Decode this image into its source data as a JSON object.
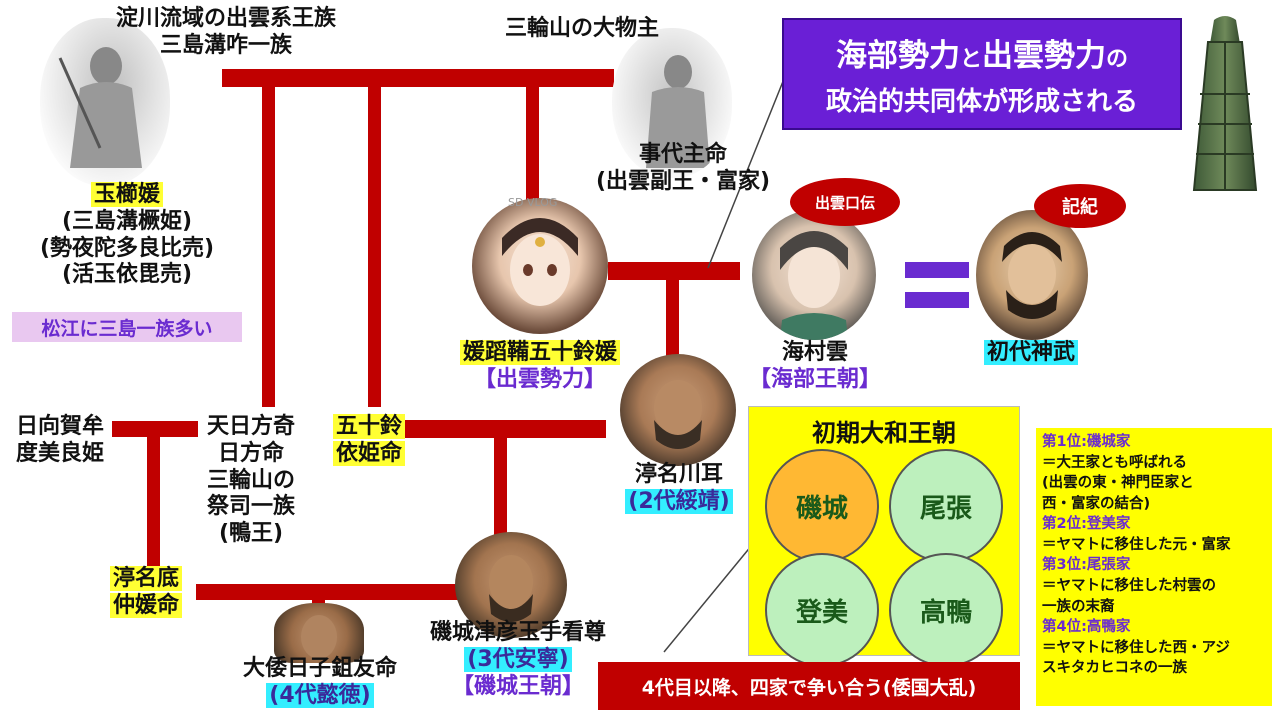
{
  "people": {
    "mishima_clan": [
      "淀川流域の出雲系王族",
      "三島溝咋一族"
    ],
    "omononushi": "三輪山の大物主",
    "kotoshironushi": [
      "事代主命",
      "(出雲副王・富家)"
    ],
    "tamakushi": {
      "name": "玉櫛媛",
      "aliases": [
        "(三島溝橛姫)",
        "(勢夜陀多良比売)",
        "(活玉依毘売)"
      ]
    },
    "matsue_note": "松江に三島一族多い",
    "himetatara": {
      "name": "媛蹈鞴五十鈴媛",
      "group": "【出雲勢力】"
    },
    "umimurakumo": {
      "name": "海村雲",
      "group": "【海部王朝】"
    },
    "jinmu": "初代神武",
    "hyuga": [
      "日向賀牟",
      "度美良姫"
    ],
    "amehikata": [
      "天日方奇",
      "日方命",
      "三輪山の",
      "祭司一族",
      "(鴨王)"
    ],
    "isuzuyori": [
      "五十鈴",
      "依姫命"
    ],
    "nunakawa": {
      "name": "渟名川耳",
      "reign": "(2代綏靖)"
    },
    "nunasoko": [
      "渟名底",
      "仲媛命"
    ],
    "shikitsuhiko": {
      "name": "磯城津彦玉手看尊",
      "reign": "(3代安寧)",
      "group": "【磯城王朝】"
    },
    "ohyamato": {
      "name": "大倭日子鉏友命",
      "reign": "(4代懿徳)"
    }
  },
  "badges": {
    "izumo_oral": "出雲口伝",
    "kiki": "記紀"
  },
  "headline": {
    "line1a": "海部勢力",
    "line1b": "と",
    "line1c": "出雲勢力",
    "line1d": "の",
    "line2": "政治的共同体が形成される"
  },
  "dynasty": {
    "title": "初期大和王朝",
    "houses": [
      "磯城",
      "尾張",
      "登美",
      "高鴨"
    ]
  },
  "ranking": [
    {
      "rank": "第1位:磯城家",
      "lines": [
        "＝大王家とも呼ばれる",
        "(出雲の東・神門臣家と",
        "西・富家の結合)"
      ]
    },
    {
      "rank": "第2位:登美家",
      "lines": [
        "＝ヤマトに移住した元・富家"
      ]
    },
    {
      "rank": "第3位:尾張家",
      "lines": [
        "＝ヤマトに移住した村雲の",
        "一族の末裔"
      ]
    },
    {
      "rank": "第4位:高鴨家",
      "lines": [
        "＝ヤマトに移住した西・アジ",
        "スキタカヒコネの一族"
      ]
    }
  ],
  "footer": "4代目以降、四家で争い合う(倭国大乱)",
  "watermark": "SD VLOG",
  "icons": [
    "dotaku-bell-image",
    "equals-sign"
  ],
  "colors": {
    "line": "#c00000",
    "highlight_yellow": "#ffff33",
    "highlight_cyan": "#33eeff",
    "headline_bg": "#6a1fd6",
    "dynasty_bg": "#ffff00",
    "circle_green": "#bdf0bd",
    "circle_orange": "#ffb833"
  }
}
